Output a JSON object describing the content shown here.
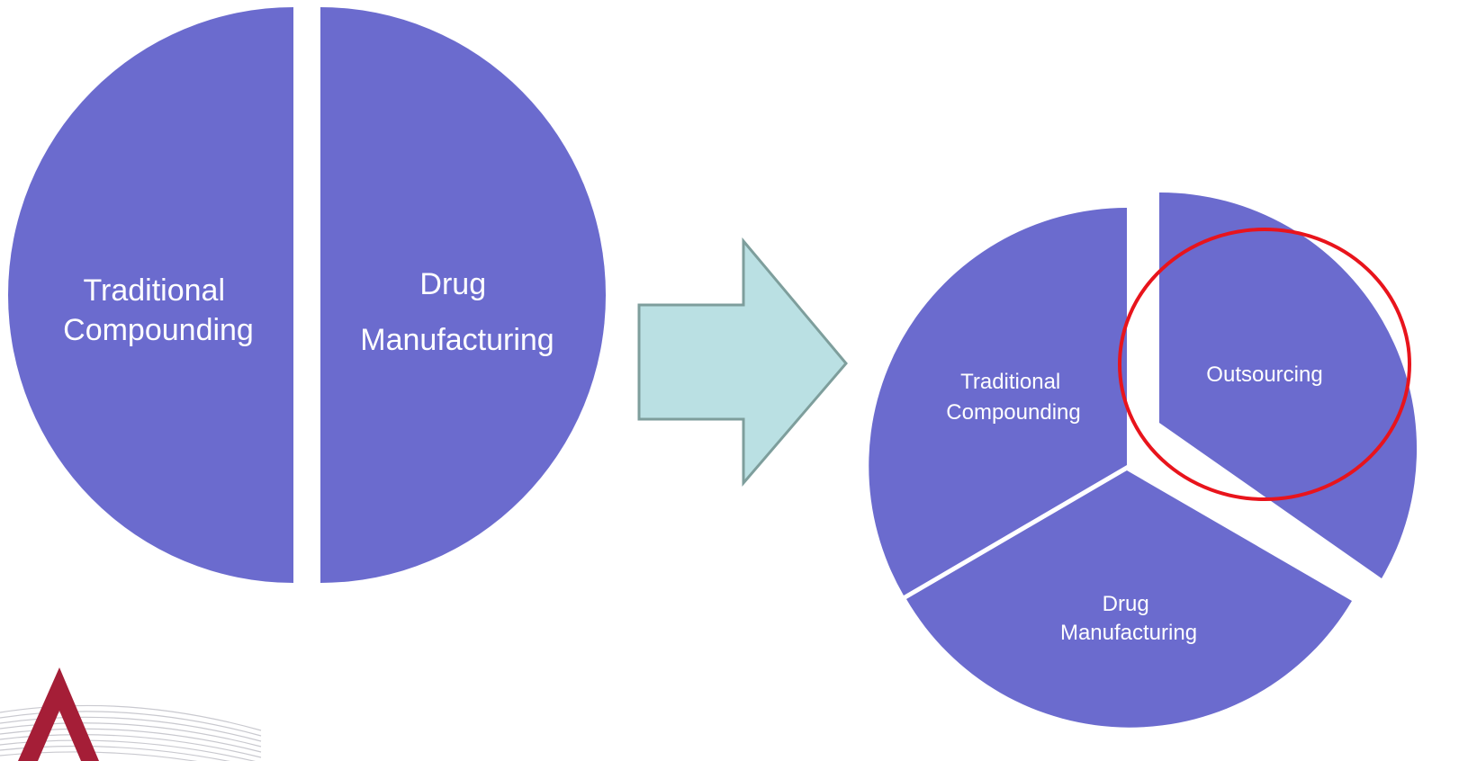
{
  "colors": {
    "segment_fill": "#6B6BCE",
    "arrow_fill": "#BAE0E3",
    "arrow_stroke": "#7E9E9C",
    "highlight_ring": "#E8141C",
    "logo_red": "#A51E37",
    "logo_lines": "#C9C9CF"
  },
  "before_pie": {
    "left_segment": {
      "line1": "Traditional",
      "line2": "Compounding"
    },
    "right_segment": {
      "line1": "Drug",
      "line2": "Manufacturing"
    }
  },
  "transition_arrow": {
    "icon": "right-arrow-icon"
  },
  "after_pie": {
    "left_segment": {
      "line1": "Traditional",
      "line2": "Compounding"
    },
    "top_right_segment": {
      "line1": "Outsourcing"
    },
    "bottom_segment": {
      "line1": "Drug",
      "line2": "Manufacturing"
    },
    "highlight": "circle around outsourcing"
  },
  "logo": {
    "icon": "red-chevron-logo-icon"
  }
}
